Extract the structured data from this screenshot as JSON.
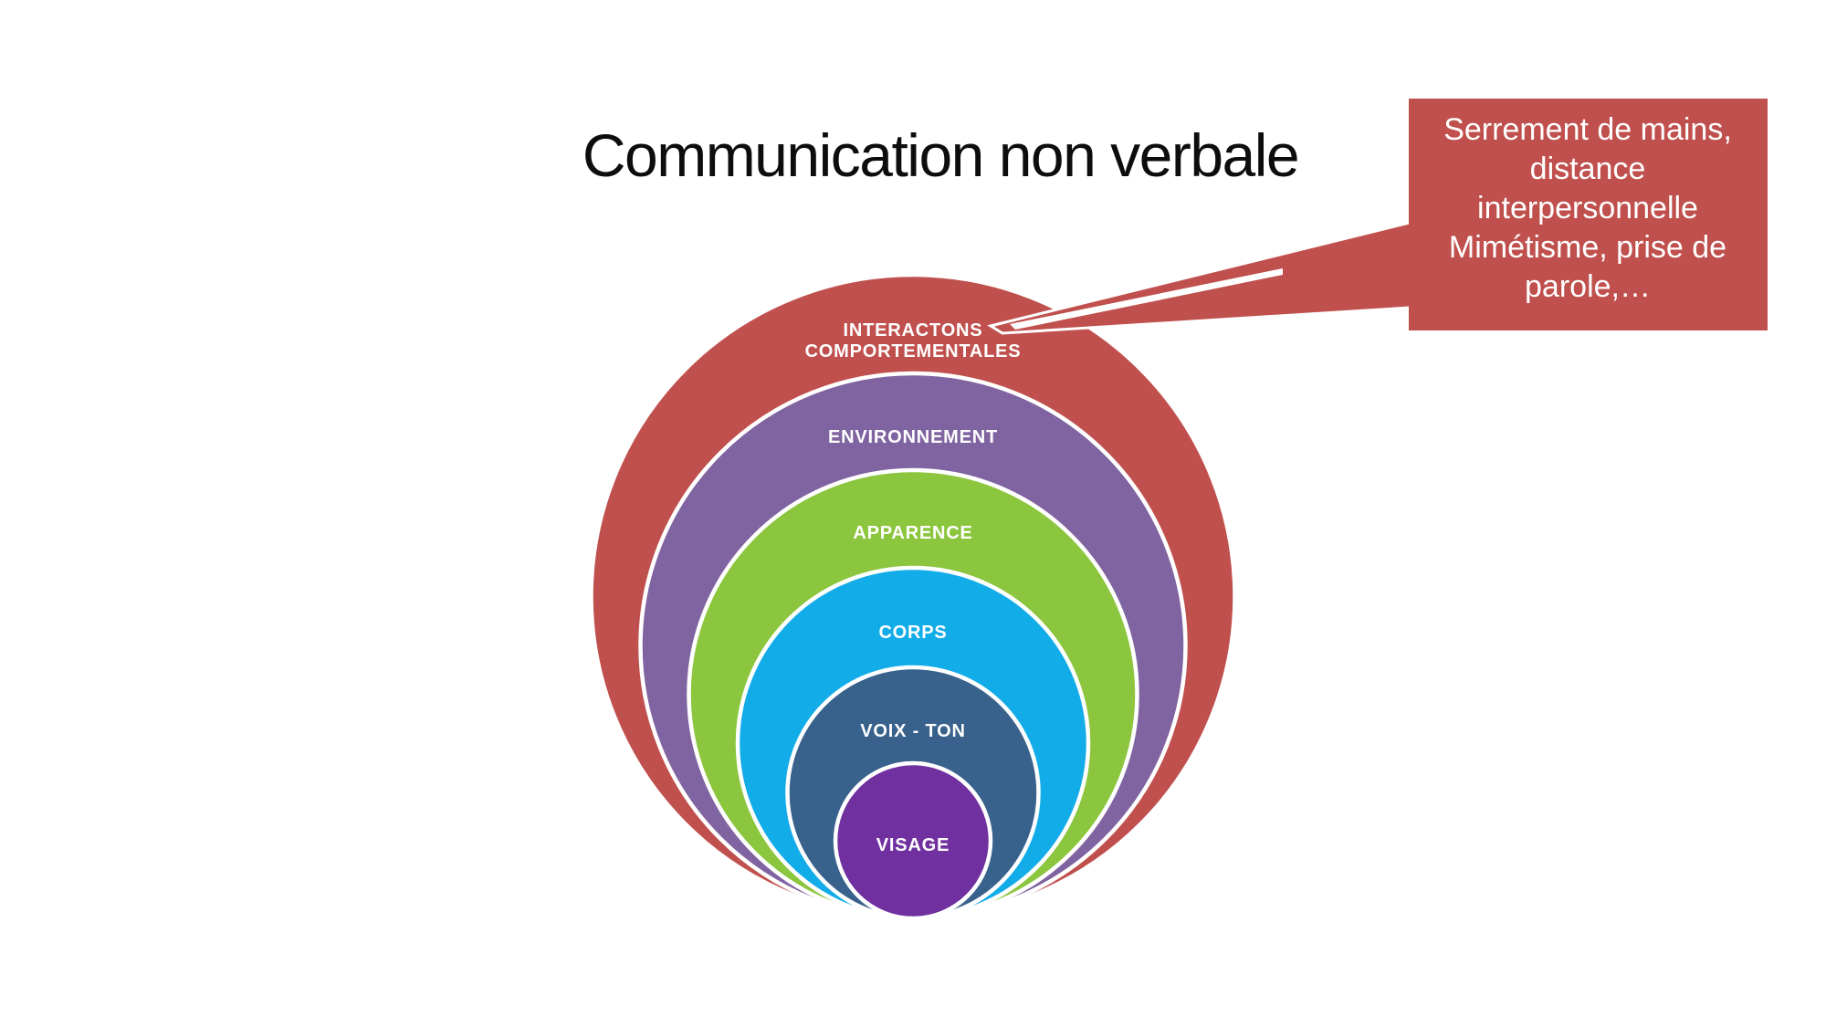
{
  "title": "Communication non verbale",
  "diagram": {
    "label_color": "#FFFFFF",
    "separator_color": "#FFFFFF",
    "layers": [
      {
        "label_line1": "INTERACTONS",
        "label_line2": "COMPORTEMENTALES",
        "color": "#C0504D"
      },
      {
        "label": "ENVIRONNEMENT",
        "color": "#8064A2"
      },
      {
        "label": "APPARENCE",
        "color": "#8CC63E"
      },
      {
        "label": "CORPS",
        "color": "#12ACE8"
      },
      {
        "label": "VOIX - TON",
        "color": "#38618C"
      },
      {
        "label": "VISAGE",
        "color": "#7030A0"
      }
    ]
  },
  "callout": {
    "color": "#C0504D",
    "text_color": "#FFFFFF",
    "lines": [
      "Serrement de mains,",
      "distance",
      "interpersonnelle",
      "Mimétisme, prise de",
      "parole,…"
    ]
  }
}
